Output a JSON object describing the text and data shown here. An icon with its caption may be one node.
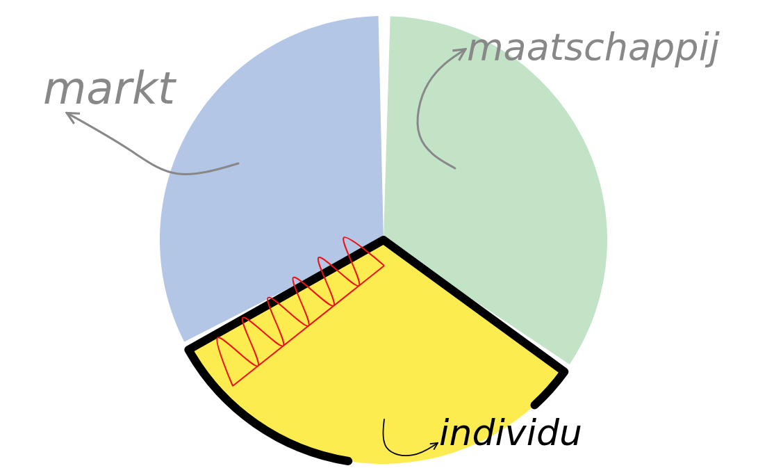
{
  "diagram": {
    "nodes": [
      {
        "text": [
          "markt"
        ]
      },
      {
        "text": [
          "maatschappij"
        ]
      },
      {
        "text": [],
        "shape": "wedge"
      },
      {
        "text": [],
        "shape": "wedge"
      },
      {
        "text": [],
        "shape": "wedge"
      },
      {
        "text": [
          "individu"
        ]
      }
    ],
    "edges": [
      {
        "from": 2,
        "to": 0,
        "arrow": "to"
      },
      {
        "from": 3,
        "to": 1,
        "arrow": "to"
      },
      {
        "from": 4,
        "to": 5,
        "arrow": "to",
        "color": "#000000"
      }
    ]
  }
}
